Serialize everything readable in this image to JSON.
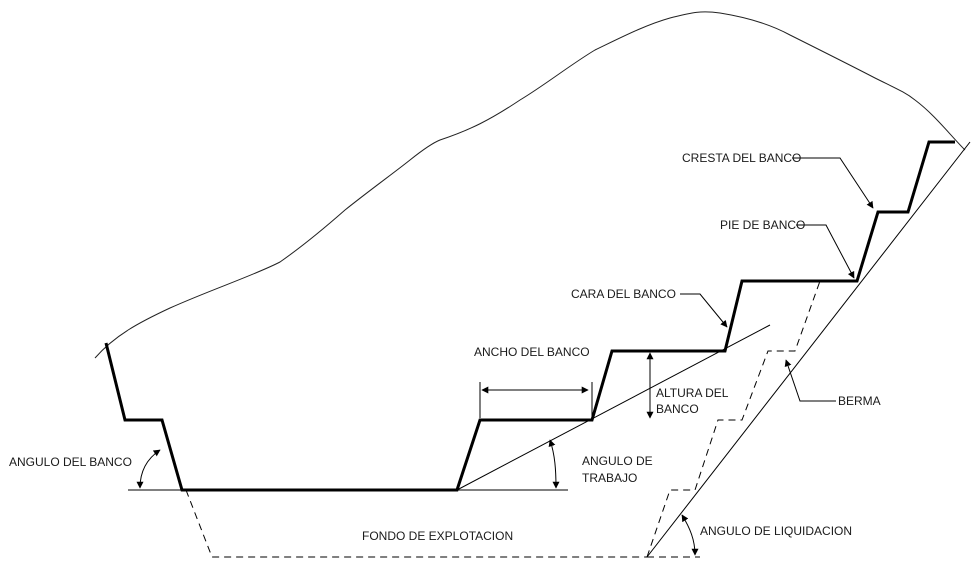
{
  "labels": {
    "cresta_del_banco": "CRESTA DEL BANCO",
    "pie_de_banco": "PIE DE BANCO",
    "cara_del_banco": "CARA DEL BANCO",
    "ancho_del_banco": "ANCHO DEL BANCO",
    "altura_del_banco_1": "ALTURA DEL",
    "altura_del_banco_2": "BANCO",
    "berma": "BERMA",
    "angulo_del_banco": "ANGULO DEL BANCO",
    "angulo_de_trabajo_1": "ANGULO DE",
    "angulo_de_trabajo_2": "TRABAJO",
    "fondo_de_explotacion": "FONDO DE EXPLOTACION",
    "angulo_de_liquidacion": "ANGULO DE LIQUIDACION"
  }
}
